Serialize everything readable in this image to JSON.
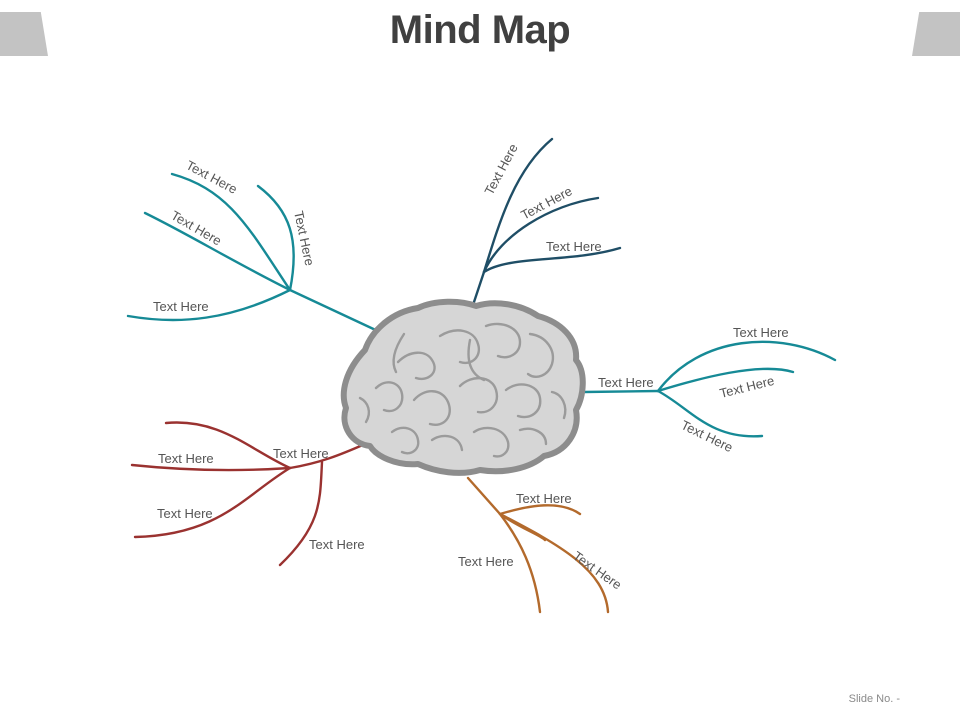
{
  "slide": {
    "title": "Mind Map",
    "slide_number": "Slide No. -"
  },
  "center": {
    "icon": "brain-icon"
  },
  "branches": {
    "top_left": {
      "color": "#168a96",
      "labels": [
        "Text Here",
        "Text Here",
        "Text Here",
        "Text Here"
      ]
    },
    "top_right": {
      "color": "#1f4e66",
      "labels": [
        "Text Here",
        "Text Here",
        "Text Here"
      ]
    },
    "right": {
      "color": "#168a96",
      "main_label": "Text Here",
      "labels": [
        "Text Here",
        "Text Here",
        "Text Here"
      ]
    },
    "bottom_left": {
      "color": "#9a3230",
      "main_label": "Text Here",
      "labels": [
        "Text Here",
        "Text Here",
        "Text Here"
      ]
    },
    "bottom": {
      "color": "#b36a2c",
      "labels": [
        "Text Here",
        "Text Here",
        "Text Here"
      ]
    }
  }
}
